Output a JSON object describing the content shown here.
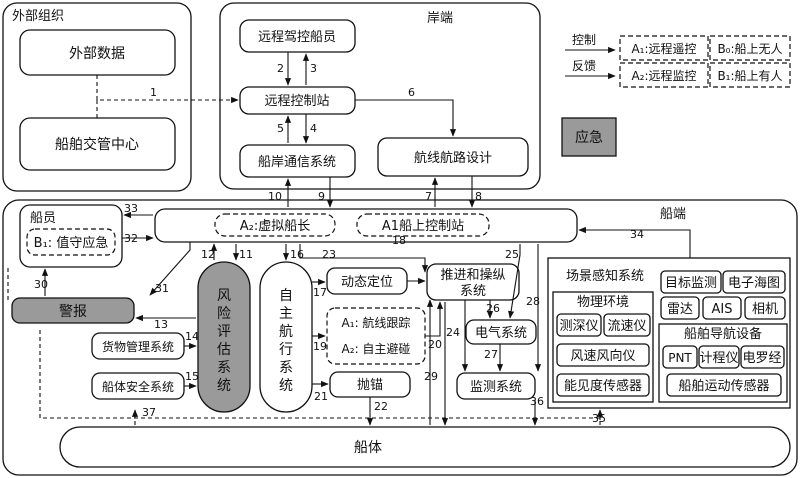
{
  "regions": {
    "external_org": "外部组织",
    "shore": "岸端",
    "ship": "船端"
  },
  "legend": {
    "control": "控制",
    "feedback": "反馈",
    "a1": "A₁:远程遥控",
    "b0": "B₀:船上无人",
    "a2": "A₂:远程监控",
    "b1": "B₁:船上有人"
  },
  "boxes": {
    "external_data": "外部数据",
    "vts": "船舶交管中心",
    "remote_operator": "远程驾控船员",
    "remote_station": "远程控制站",
    "comm_system": "船岸通信系统",
    "route_design": "航线航路设计",
    "emergency": "应急",
    "crew": "船员",
    "crew_duty": "B₁: 值守应急",
    "virtual_captain": "A₂:虚拟船长",
    "onboard_station": "A1船上控制站",
    "alarm": "警报",
    "cargo": "货物管理系统",
    "hull_safety": "船体安全系统",
    "risk": [
      "风",
      "险",
      "评",
      "估",
      "系",
      "统"
    ],
    "auto_nav": [
      "自",
      "主",
      "航",
      "行",
      "系",
      "统"
    ],
    "dp": "动态定位",
    "track": "A₁: 航线跟踪",
    "collision": "A₂: 自主避碰",
    "anchor": "抛锚",
    "propulsion_1": "推进和操纵",
    "propulsion_2": "系统",
    "electrical": "电气系统",
    "monitoring": "监测系统",
    "hull": "船体",
    "scene_title": "场景感知系统",
    "phys_title": "物理环境",
    "depth": "测深仪",
    "flow": "流速仪",
    "wind": "风速风向仪",
    "visibility": "能见度传感器",
    "target": "目标监测",
    "ecdis": "电子海图",
    "radar": "雷达",
    "ais": "AIS",
    "camera": "相机",
    "navdev_title": "船舶导航设备",
    "pnt": "PNT",
    "log": "计程仪",
    "compass": "电罗经",
    "motion": "船舶运动传感器"
  },
  "labels": [
    "1",
    "2",
    "3",
    "4",
    "5",
    "6",
    "7",
    "8",
    "9",
    "10",
    "11",
    "12",
    "13",
    "14",
    "15",
    "16",
    "17",
    "18",
    "19",
    "20",
    "21",
    "22",
    "23",
    "24",
    "25",
    "26",
    "27",
    "28",
    "29",
    "30",
    "31",
    "32",
    "33",
    "34",
    "35",
    "36",
    "37"
  ]
}
